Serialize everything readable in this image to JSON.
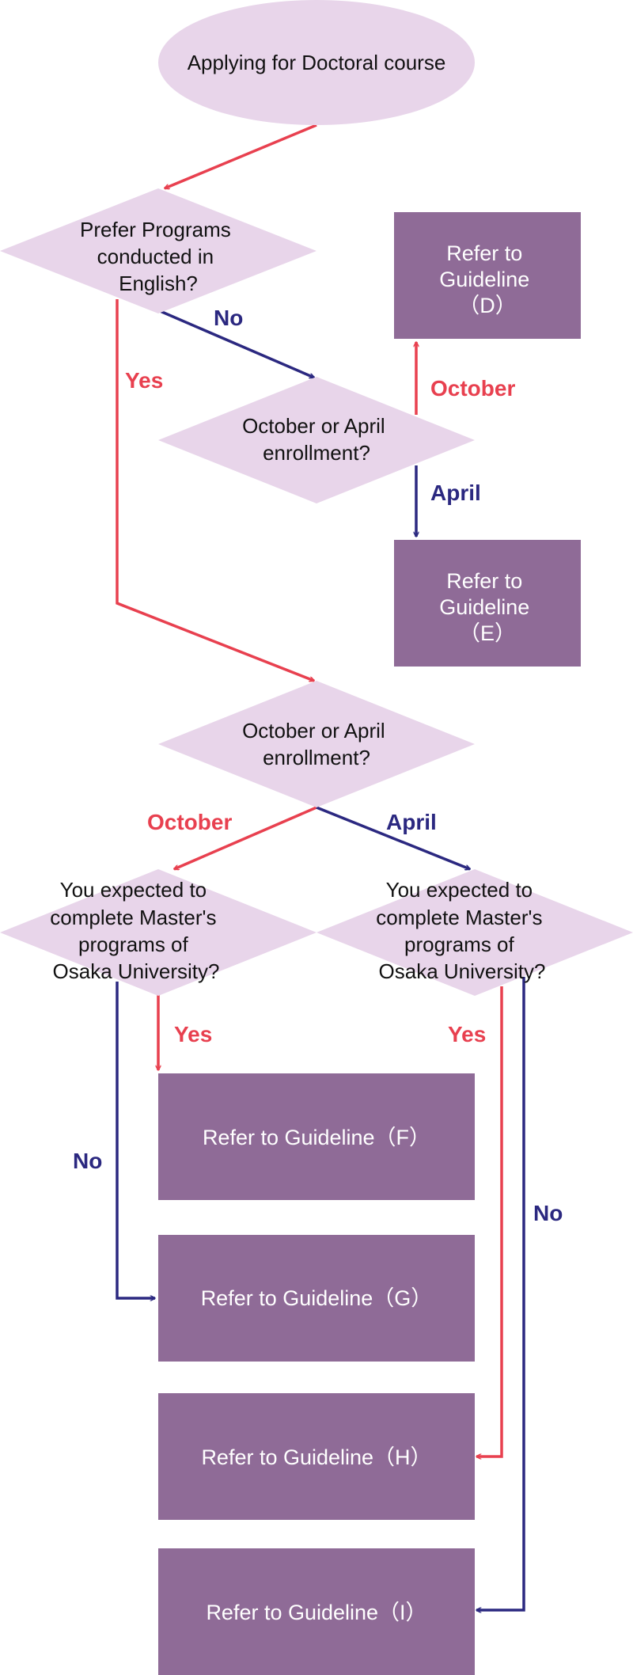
{
  "colors": {
    "node_fill": "#e8d5ea",
    "box_fill": "#8f6b97",
    "yes_arrow": "#e8404f",
    "no_arrow": "#2b2880"
  },
  "nodes": {
    "start": {
      "line1": "Applying for Doctoral course"
    },
    "q_english": {
      "line1": "Prefer Programs",
      "line2": "conducted in",
      "line3": "English?"
    },
    "q_enroll_top": {
      "line1": "October or April",
      "line2": "enrollment?"
    },
    "q_enroll_mid": {
      "line1": "October or April",
      "line2": "enrollment?"
    },
    "q_master_left": {
      "line1": "You expected to",
      "line2": "complete Master's",
      "line3": "programs of",
      "line4": "Osaka University?"
    },
    "q_master_right": {
      "line1": "You expected to",
      "line2": "complete Master's",
      "line3": "programs of",
      "line4": "Osaka University?"
    },
    "guide_d": {
      "line1": "Refer to",
      "line2": "Guideline",
      "line3": "（D）"
    },
    "guide_e": {
      "line1": "Refer to",
      "line2": "Guideline",
      "line3": "（E）"
    },
    "guide_f": {
      "label": "Refer to Guideline（F）"
    },
    "guide_g": {
      "label": "Refer to Guideline（G）"
    },
    "guide_h": {
      "label": "Refer to Guideline（H）"
    },
    "guide_i": {
      "label": "Refer to Guideline（I）"
    }
  },
  "edge_labels": {
    "english_no": "No",
    "english_yes": "Yes",
    "top_october": "October",
    "top_april": "April",
    "mid_october": "October",
    "mid_april": "April",
    "left_yes": "Yes",
    "left_no": "No",
    "right_yes": "Yes",
    "right_no": "No"
  }
}
